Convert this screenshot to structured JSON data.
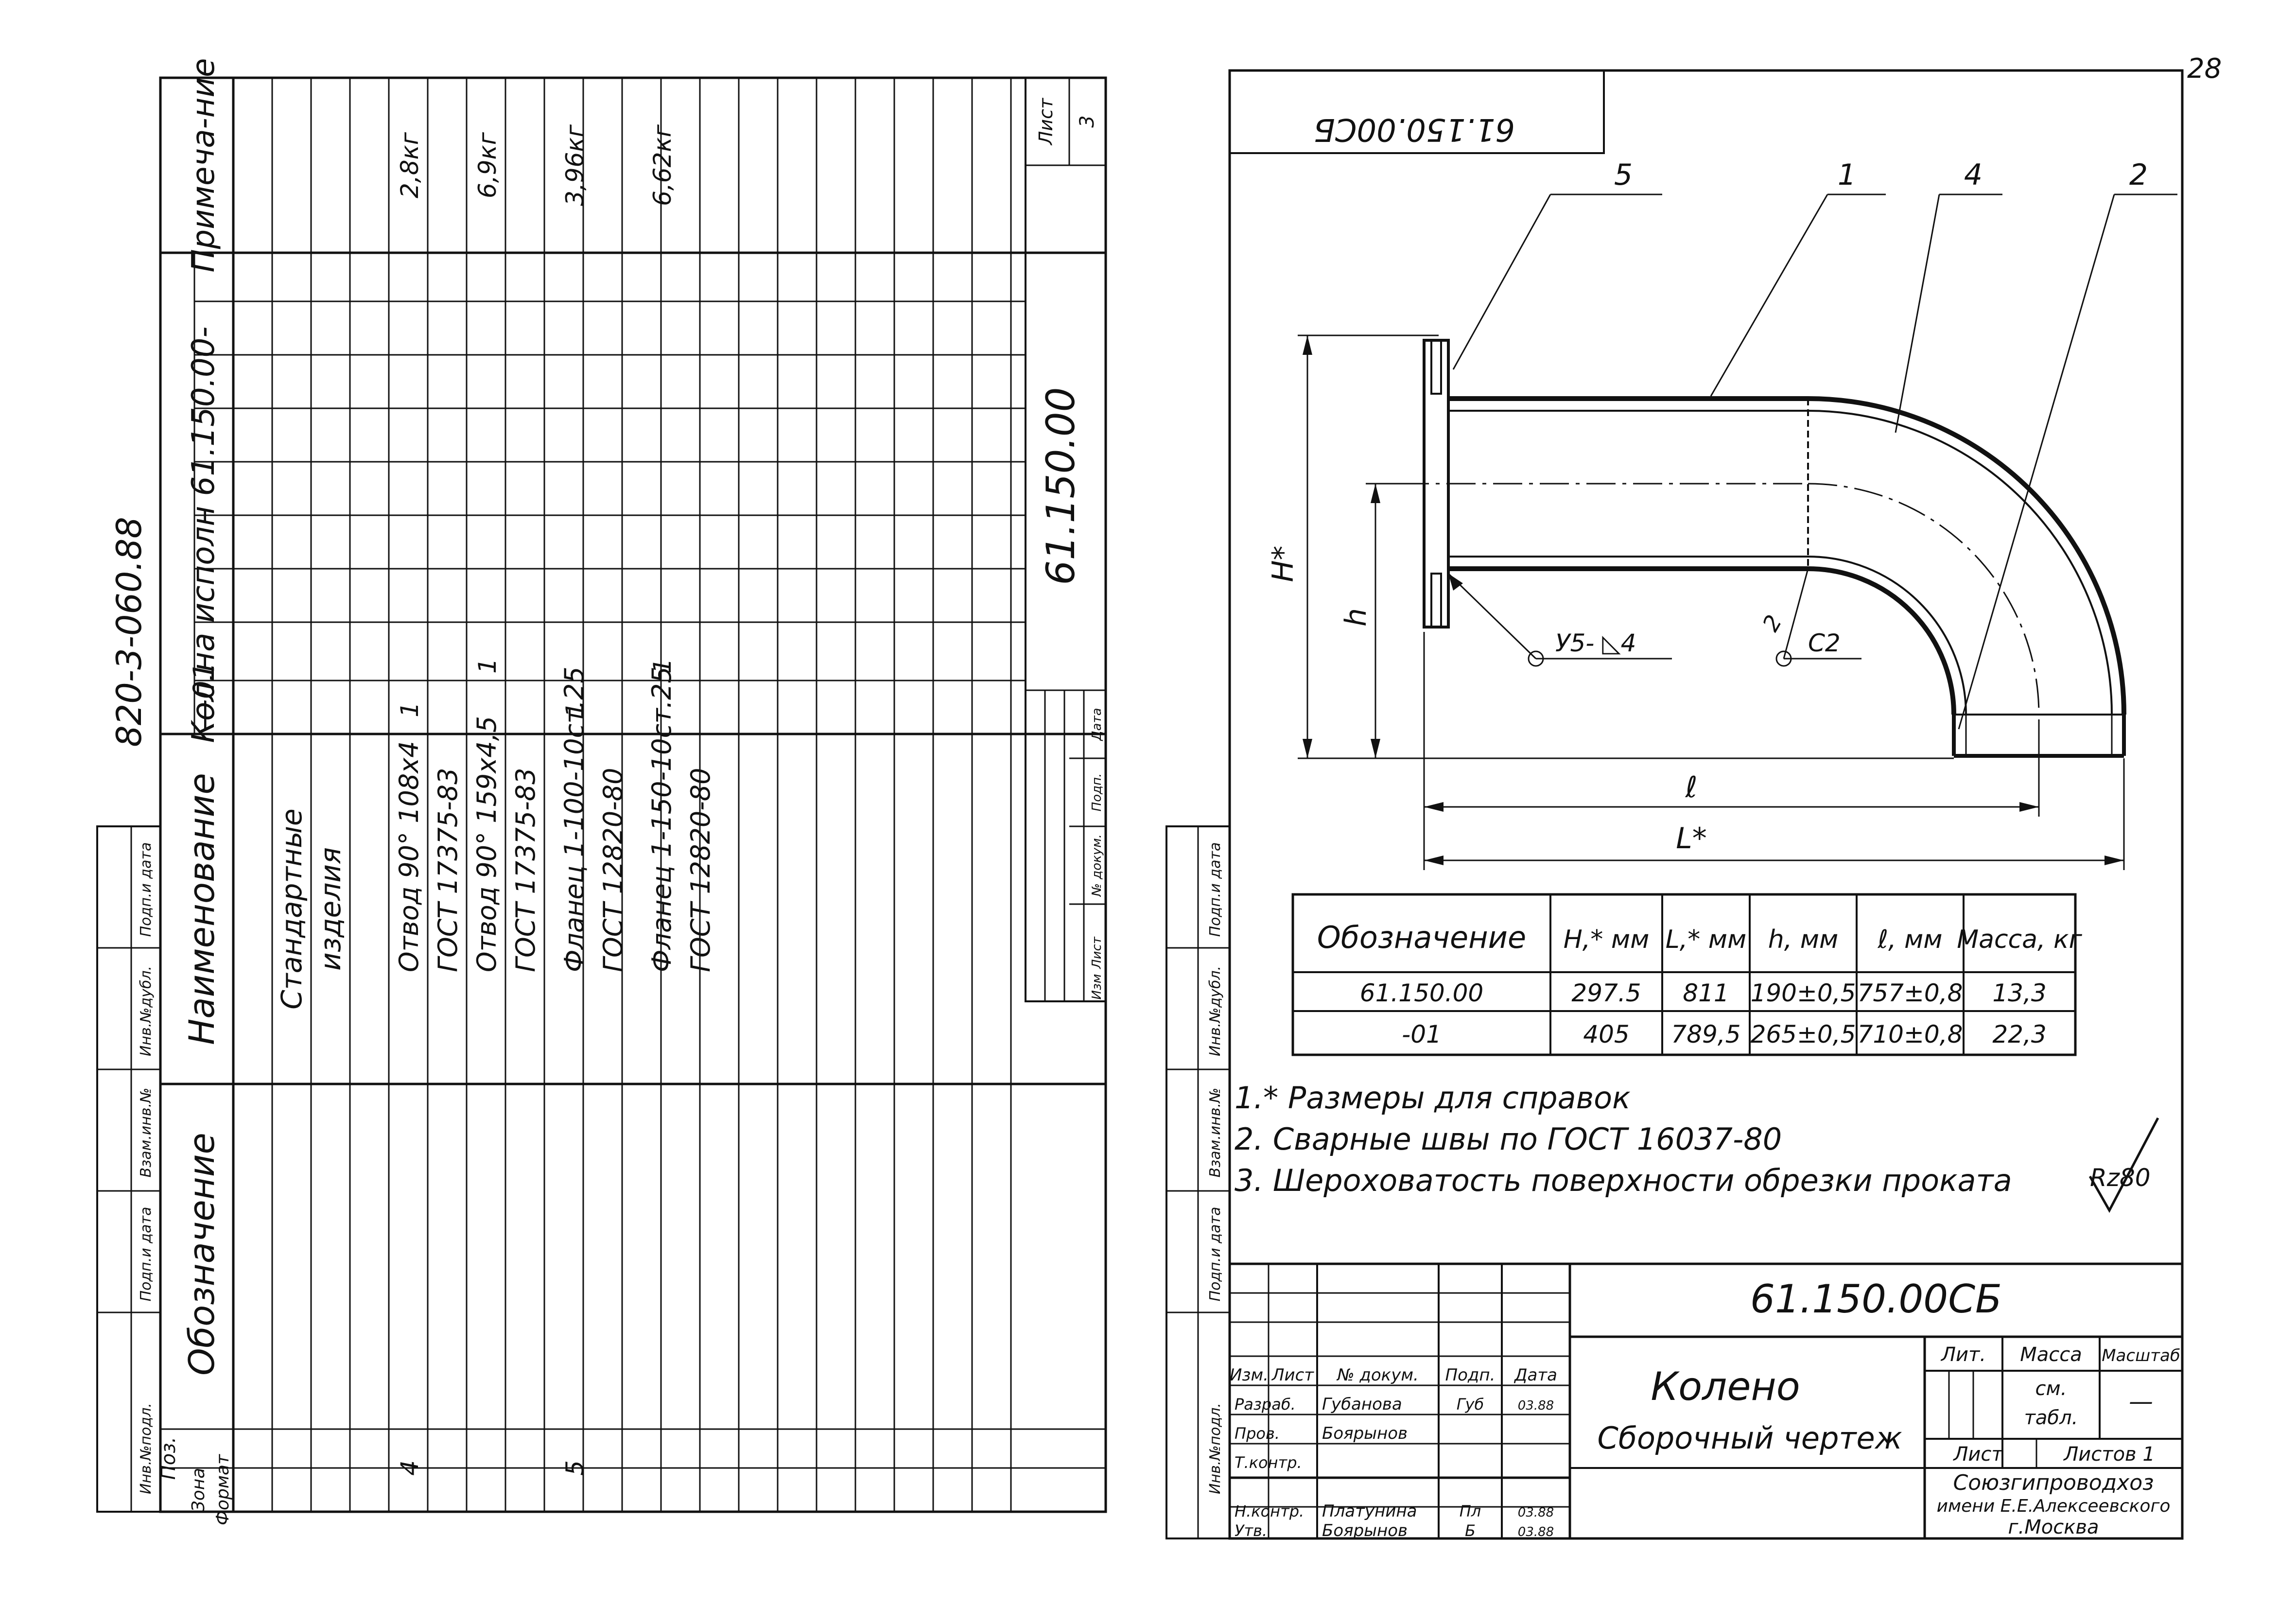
{
  "page_number": "28",
  "spec": {
    "doc_code": "820-3-060.88",
    "col_notes": "Примеча-ние",
    "col_qty": "Кол.на исполн",
    "col_exec": "61.150.00-",
    "exec_dash": "—",
    "exec_01": "01",
    "col_name": "Наименование",
    "col_designation": "Обозначение",
    "col_pos": "Поз.",
    "col_zone": "Зона",
    "col_format": "Формат",
    "section_title_1": "Стандартные",
    "section_title_2": "изделия",
    "rows": [
      {
        "pos": "4",
        "name": "Отвод 90° 108х4",
        "qty_main": "1",
        "qty_01": "",
        "note": "2,8кг"
      },
      {
        "pos": "",
        "name": "ГОСТ 17375-83",
        "qty_main": "",
        "qty_01": "",
        "note": ""
      },
      {
        "pos": "",
        "name": "Отвод 90° 159х4,5",
        "qty_main": "",
        "qty_01": "1",
        "note": "6,9кг"
      },
      {
        "pos": "",
        "name": "ГОСТ 17375-83",
        "qty_main": "",
        "qty_01": "",
        "note": ""
      },
      {
        "pos": "5",
        "name": "Фланец 1-100-10ст.25",
        "qty_main": "1",
        "qty_01": "",
        "note": "3,96кг"
      },
      {
        "pos": "",
        "name": "ГОСТ 12820-80",
        "qty_main": "",
        "qty_01": "",
        "note": ""
      },
      {
        "pos": "",
        "name": "Фланец 1-150-10ст.25",
        "qty_main": "",
        "qty_01": "1",
        "note": "6,62кг"
      },
      {
        "pos": "",
        "name": "ГОСТ 12820-80",
        "qty_main": "",
        "qty_01": "",
        "note": ""
      }
    ],
    "stamp_code": "61.150.00",
    "sheet_label": "Лист",
    "sheet_value": "3",
    "stamp_cols": [
      "Изм",
      "Лист",
      "№ докум.",
      "Подп.",
      "Дата"
    ]
  },
  "side_labels": [
    "Инв.№подл.",
    "Подп.и дата",
    "Взам.инв.№",
    "Инв.№дубл.",
    "Подп.и дата"
  ],
  "drawing": {
    "rotated_code": "61.150.00СБ",
    "callouts": [
      "5",
      "1",
      "4",
      "2"
    ],
    "dim_H": "H*",
    "dim_h": "h",
    "dim_l": "ℓ",
    "dim_L": "L*",
    "weld_label_1": "У5- ◺4",
    "weld_label_2": "С2",
    "weld_num": "2"
  },
  "table": {
    "headers": [
      "Обозначение",
      "H,* мм",
      "L,* мм",
      "h, мм",
      "ℓ, мм",
      "Масса, кг"
    ],
    "rows": [
      [
        "61.150.00",
        "297.5",
        "811",
        "190±0,5",
        "757±0,8",
        "13,3"
      ],
      [
        "-01",
        "405",
        "789,5",
        "265±0,5",
        "710±0,8",
        "22,3"
      ]
    ]
  },
  "notes": [
    "1.* Размеры для справок",
    "2. Сварные швы по ГОСТ 16037-80",
    "3. Шероховатость поверхности обрезки проката"
  ],
  "roughness": "Rz80",
  "title_block": {
    "code": "61.150.00СБ",
    "title": "Колено",
    "subtitle": "Сборочный чертеж",
    "lit": "Лит.",
    "mass": "Масса",
    "scale": "Масштаб",
    "mass_value_1": "см.",
    "mass_value_2": "табл.",
    "scale_value": "—",
    "sheet": "Лист",
    "sheets": "Листов 1",
    "org_1": "Союзгипроводхоз",
    "org_2": "имени Е.Е.Алексеевского",
    "org_3": "г.Москва",
    "head_cols": [
      "Изм.",
      "Лист",
      "№ докум.",
      "Подп.",
      "Дата"
    ],
    "roles": [
      {
        "role": "Разраб.",
        "name": "Губанова",
        "sign": "Губ",
        "date": "03.88"
      },
      {
        "role": "Пров.",
        "name": "Боярынов",
        "sign": "",
        "date": ""
      },
      {
        "role": "Т.контр.",
        "name": "",
        "sign": "",
        "date": ""
      },
      {
        "role": "",
        "name": "",
        "sign": "",
        "date": ""
      },
      {
        "role": "Н.контр.",
        "name": "Платунина",
        "sign": "Пл",
        "date": "03.88"
      },
      {
        "role": "Утв.",
        "name": "Боярынов",
        "sign": "Б",
        "date": "03.88"
      }
    ]
  }
}
